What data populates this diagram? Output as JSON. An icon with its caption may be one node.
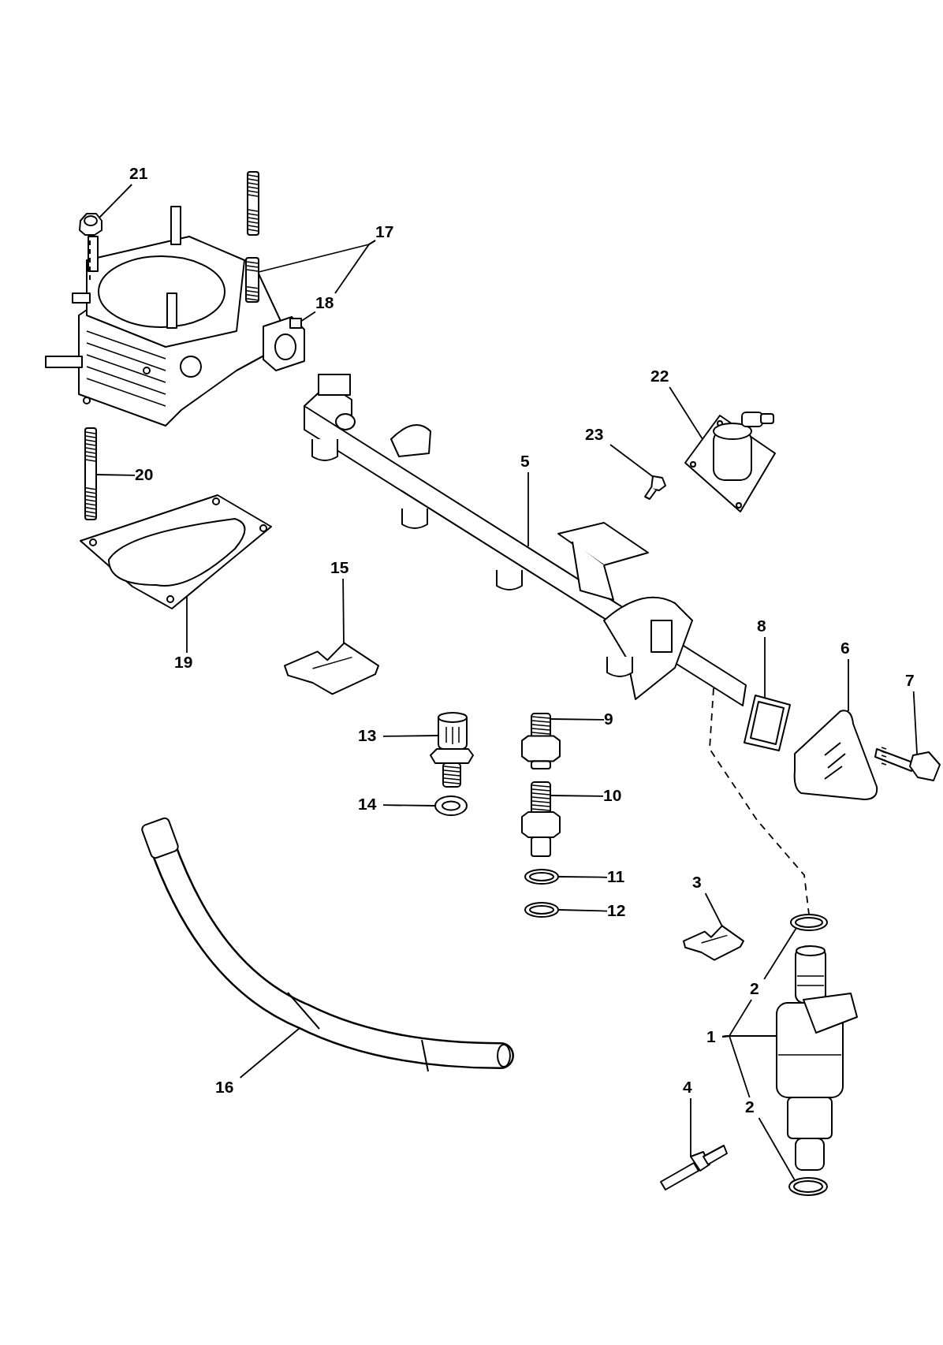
{
  "diagram": {
    "nodes": [
      {
        "text": [
          "21"
        ]
      },
      {
        "text": [],
        "shape": "picture"
      },
      {
        "text": [
          "17"
        ]
      },
      {
        "text": [],
        "shape": "picture"
      },
      {
        "text": [
          "18"
        ]
      },
      {
        "text": [],
        "shape": "picture"
      },
      {
        "text": [
          "22"
        ]
      },
      {
        "text": [],
        "shape": "picture"
      },
      {
        "text": [
          "23"
        ]
      },
      {
        "text": [],
        "shape": "picture"
      },
      {
        "text": [
          "20"
        ]
      },
      {
        "text": [],
        "shape": "picture"
      },
      {
        "text": [
          "5"
        ]
      },
      {
        "text": [],
        "shape": "picture"
      },
      {
        "text": [
          "15"
        ]
      },
      {
        "text": [],
        "shape": "picture"
      },
      {
        "text": [],
        "shape": "picture"
      },
      {
        "text": [
          "19"
        ]
      },
      {
        "text": [
          "8"
        ]
      },
      {
        "text": [],
        "shape": "picture"
      },
      {
        "text": [
          "6"
        ]
      },
      {
        "text": [],
        "shape": "picture"
      },
      {
        "text": [
          "7"
        ]
      },
      {
        "text": [],
        "shape": "picture"
      },
      {
        "text": [
          "13"
        ]
      },
      {
        "text": [],
        "shape": "picture"
      },
      {
        "text": [
          "9"
        ]
      },
      {
        "text": [],
        "shape": "picture"
      },
      {
        "text": [
          "14"
        ]
      },
      {
        "text": [],
        "shape": "picture"
      },
      {
        "text": [
          "10"
        ]
      },
      {
        "text": [],
        "shape": "picture"
      },
      {
        "text": [
          "11"
        ]
      },
      {
        "text": [],
        "shape": "picture"
      },
      {
        "text": [
          "12"
        ]
      },
      {
        "text": [],
        "shape": "picture"
      },
      {
        "text": [
          "3"
        ]
      },
      {
        "text": [],
        "shape": "picture"
      },
      {
        "text": [],
        "shape": "picture"
      },
      {
        "text": [
          "2"
        ]
      },
      {
        "text": [],
        "shape": "picture"
      },
      {
        "text": [
          "1"
        ]
      },
      {
        "text": [
          "16"
        ]
      },
      {
        "text": [],
        "shape": "picture"
      },
      {
        "text": [
          "4"
        ]
      },
      {
        "text": [],
        "shape": "picture"
      },
      {
        "text": [
          "2"
        ]
      },
      {
        "text": [],
        "shape": "picture"
      }
    ],
    "edges": [
      {
        "from": 0,
        "to": 1,
        "arrow": "none"
      },
      {
        "from": 2,
        "to": 3,
        "arrow": "none"
      },
      {
        "from": 2,
        "to": 4,
        "arrow": "none"
      },
      {
        "from": 4,
        "to": 5,
        "arrow": "none"
      },
      {
        "from": 6,
        "to": 7,
        "arrow": "none"
      },
      {
        "from": 8,
        "to": 9,
        "arrow": "none"
      },
      {
        "from": 10,
        "to": 11,
        "arrow": "none"
      },
      {
        "from": 12,
        "to": 13,
        "arrow": "none"
      },
      {
        "from": 14,
        "to": 15,
        "arrow": "none"
      },
      {
        "from": 17,
        "to": 16,
        "arrow": "none"
      },
      {
        "from": 18,
        "to": 19,
        "arrow": "none"
      },
      {
        "from": 20,
        "to": 21,
        "arrow": "none"
      },
      {
        "from": 22,
        "to": 23,
        "arrow": "none"
      },
      {
        "from": 24,
        "to": 25,
        "arrow": "none"
      },
      {
        "from": 26,
        "to": 27,
        "arrow": "none"
      },
      {
        "from": 28,
        "to": 29,
        "arrow": "none"
      },
      {
        "from": 30,
        "to": 31,
        "arrow": "none"
      },
      {
        "from": 32,
        "to": 33,
        "arrow": "none"
      },
      {
        "from": 34,
        "to": 35,
        "arrow": "none"
      },
      {
        "from": 36,
        "to": 37,
        "arrow": "none"
      },
      {
        "from": 39,
        "to": 38,
        "arrow": "none"
      },
      {
        "from": 41,
        "to": 40,
        "arrow": "none"
      },
      {
        "from": 41,
        "to": 39,
        "arrow": "none"
      },
      {
        "from": 41,
        "to": 46,
        "arrow": "none"
      },
      {
        "from": 42,
        "to": 43,
        "arrow": "none"
      },
      {
        "from": 44,
        "to": 45,
        "arrow": "none"
      },
      {
        "from": 46,
        "to": 47,
        "arrow": "none"
      },
      {
        "from": 13,
        "to": 38,
        "arrow": "none",
        "style": "dashed"
      }
    ]
  }
}
